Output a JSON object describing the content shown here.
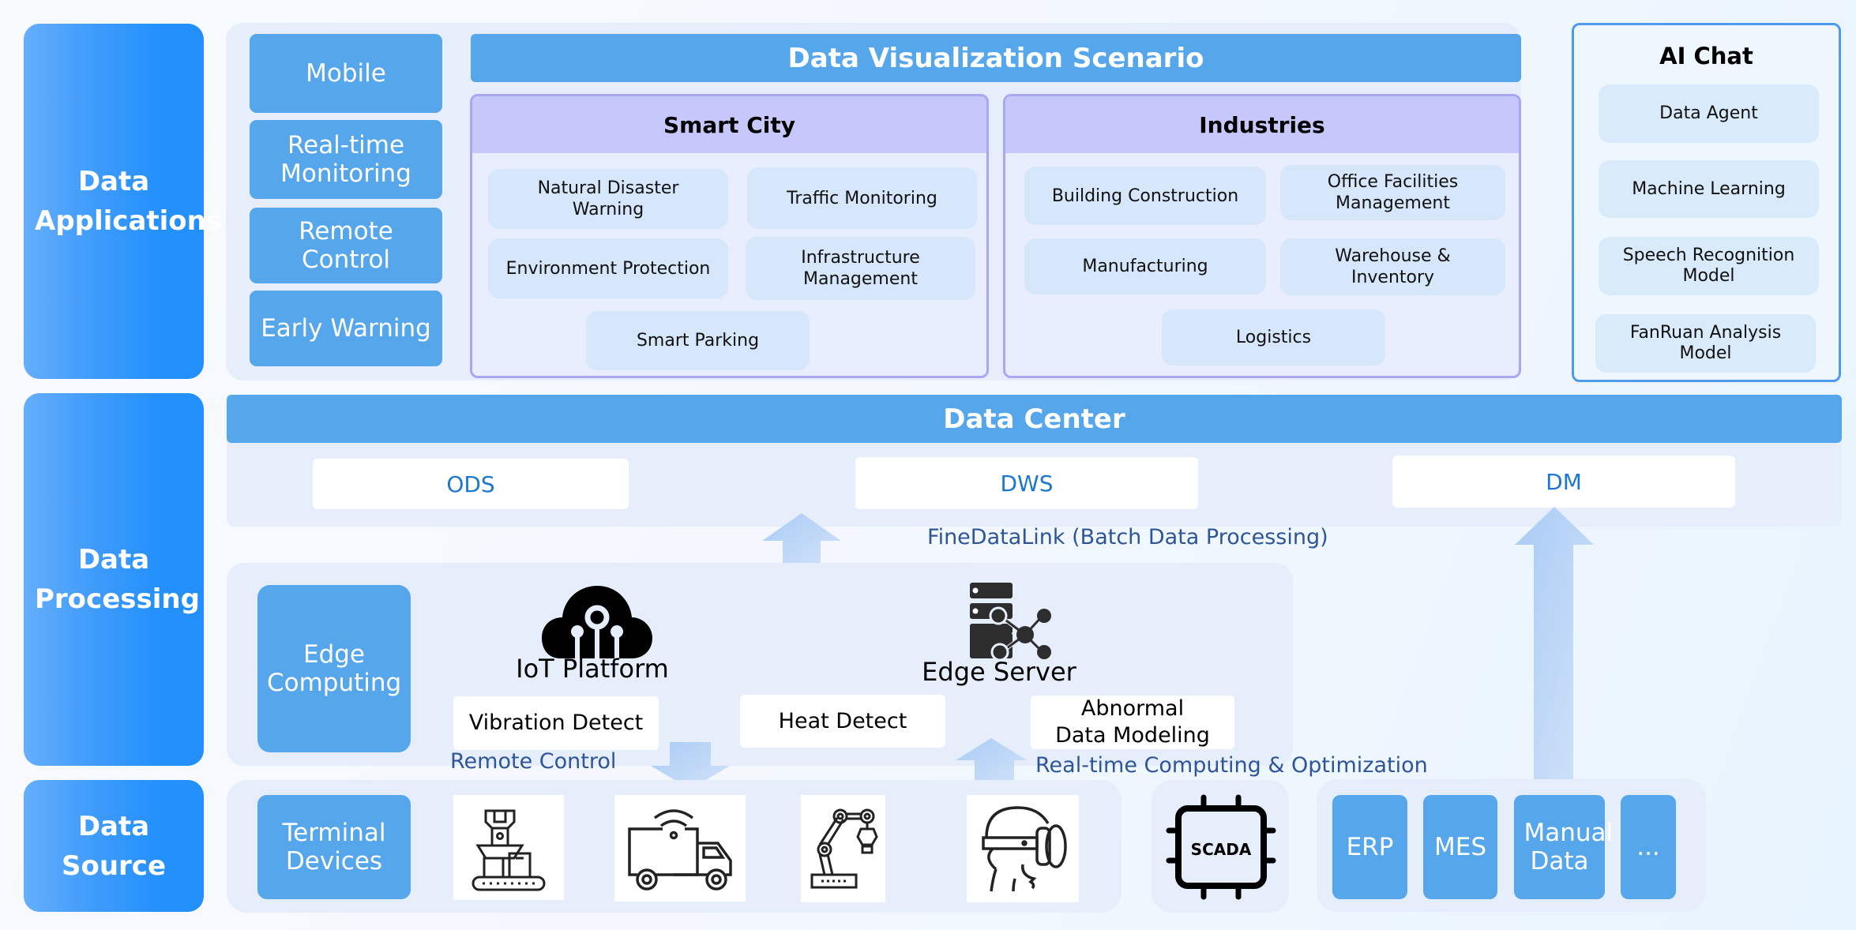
{
  "layers": {
    "applications": "Data Applications",
    "processing": "Data Processing",
    "source": "Data Source"
  },
  "applications": {
    "left_items": [
      "Mobile",
      "Real-time Monitoring",
      "Remote Control",
      "Early Warning"
    ],
    "visualization_title": "Data Visualization Scenario",
    "smart_city": {
      "title": "Smart City",
      "items": [
        "Natural Disaster Warning",
        "Traffic Monitoring",
        "Environment Protection",
        "Infrastructure Management",
        "Smart Parking"
      ]
    },
    "industries": {
      "title": "Industries",
      "items": [
        "Building Construction",
        "Office Facilities Management",
        "Manufacturing",
        "Warehouse & Inventory",
        "Logistics"
      ]
    },
    "ai_chat": {
      "title": "AI Chat",
      "items": [
        "Data Agent",
        "Machine Learning",
        "Speech Recognition Model",
        "FanRuan Analysis Model"
      ]
    }
  },
  "data_center": {
    "title": "Data Center",
    "stores": [
      "ODS",
      "DWS",
      "DM"
    ],
    "batch_label": "FineDataLink (Batch Data Processing)"
  },
  "edge": {
    "title": "Edge Computing",
    "iot_platform": "IoT Platform",
    "edge_server": "Edge Server",
    "functions": [
      "Vibration Detect",
      "Heat Detect",
      "Abnormal Data Modeling"
    ],
    "remote_control_label": "Remote Control",
    "realtime_label": "Real-time Computing & Optimization"
  },
  "source": {
    "terminal_devices": "Terminal Devices",
    "device_icons": [
      "conveyor-robot-icon",
      "connected-truck-icon",
      "robotic-arm-icon",
      "vr-headset-icon"
    ],
    "scada": "SCADA",
    "systems": [
      "ERP",
      "MES",
      "Manual Data",
      "..."
    ]
  },
  "colors": {
    "layer_tab": "#238ffb",
    "box_blue": "#56a6ec",
    "panel_bg": "#e6eefc",
    "scenario_header": "#c6c7fa",
    "scenario_border": "#a7a7f2",
    "chip_bg": "#d6e6fb",
    "store_text": "#1b78cc",
    "flow_text": "#2e5597",
    "arrow": "#b3cff5"
  }
}
